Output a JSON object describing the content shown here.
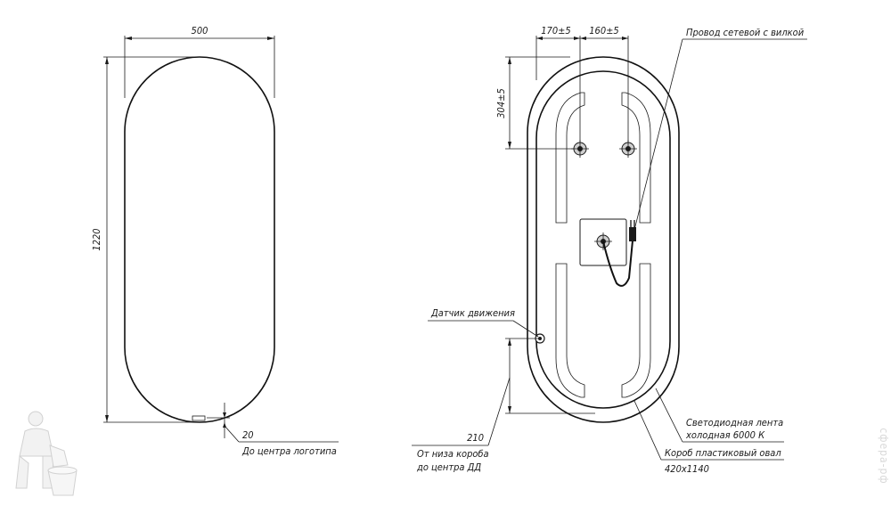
{
  "front_view": {
    "width_dim": "500",
    "height_dim": "1220",
    "logo_offset_dim": "20",
    "logo_offset_label": "До центра логотипа"
  },
  "back_view": {
    "dim_left_top": "170±5",
    "dim_right_top": "160±5",
    "dim_vertical_top": "304±5",
    "cable_label": "Провод сетевой с вилкой",
    "sensor_label": "Датчик движения",
    "bottom_dim": "210",
    "bottom_dim_label_line1": "От низа короба",
    "bottom_dim_label_line2": "до центра ДД",
    "led_label_line1": "Светодиодная лента",
    "led_label_line2": "холодная 6000 К",
    "box_label_line1": "Короб пластиковый овал",
    "box_label_line2": "420х1140"
  },
  "watermark": {
    "text": "сфера-рф"
  }
}
